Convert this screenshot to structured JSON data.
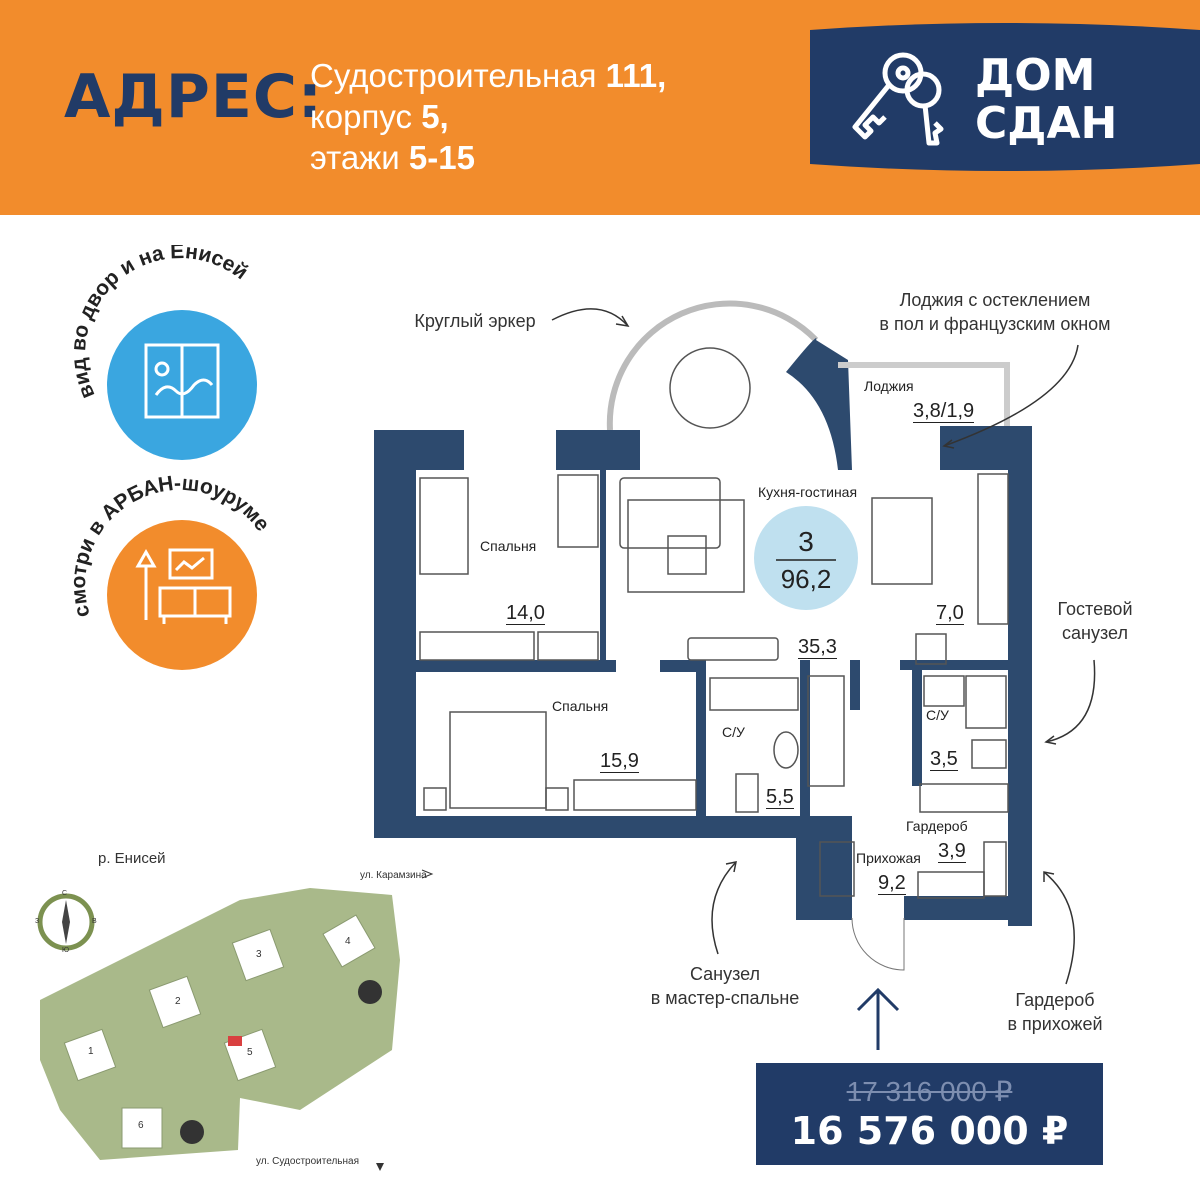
{
  "header": {
    "address_label": "АДРЕС:",
    "street": "Судостроительная",
    "house": "111,",
    "building_word": "корпус",
    "building": "5,",
    "floors_word": "этажи",
    "floors": "5-15"
  },
  "status_badge": {
    "line1": "ДОМ",
    "line2": "СДАН",
    "icon": "keys-icon"
  },
  "view_badge": {
    "text": "вид во двор и на Енисей",
    "icon": "window-icon",
    "color": "#3aa6e0"
  },
  "showroom_badge": {
    "text": "смотри в АРБАН-шоуруме",
    "icon": "sofa-icon",
    "color": "#f28c2c"
  },
  "annotations": {
    "erker": "Круглый эркер",
    "loggia_note_1": "Лоджия с остеклением",
    "loggia_note_2": "в пол и французским окном",
    "guest_bath_1": "Гостевой",
    "guest_bath_2": "санузел",
    "master_bath_1": "Санузел",
    "master_bath_2": "в мастер-спальне",
    "wardrobe_1": "Гардероб",
    "wardrobe_2": "в прихожей"
  },
  "plan": {
    "rooms_count": "3",
    "total_area": "96,2",
    "rooms": {
      "bedroom1": {
        "label": "Спальня",
        "area": "14,0"
      },
      "kitchen_living": {
        "label": "Кухня-гостиная",
        "area": "35,3"
      },
      "kitchen": {
        "area": "7,0"
      },
      "loggia": {
        "label": "Лоджия",
        "area": "3,8/1,9"
      },
      "bedroom2": {
        "label": "Спальня",
        "area": "15,9"
      },
      "bath_master": {
        "label": "С/У",
        "area": "5,5"
      },
      "bath_guest": {
        "label": "С/У",
        "area": "3,5"
      },
      "wardrobe": {
        "label": "Гардероб",
        "area": "3,9"
      },
      "hall": {
        "label": "Прихожая",
        "area": "9,2"
      }
    }
  },
  "site_map": {
    "river": "р. Енисей",
    "street_north": "ул. Карамзина",
    "street_south": "ул. Судостроительная",
    "buildings": [
      "1",
      "2",
      "3",
      "4",
      "5",
      "6"
    ],
    "compass": {
      "n": "С",
      "s": "Ю",
      "w": "З",
      "e": "В"
    }
  },
  "price": {
    "old": "17 316 000 ₽",
    "new": "16 576 000 ₽"
  },
  "colors": {
    "orange": "#f28c2c",
    "navy": "#213b67",
    "wall": "#2d4a6e",
    "blue_badge": "#3aa6e0",
    "map_green": "#a9b98a"
  }
}
